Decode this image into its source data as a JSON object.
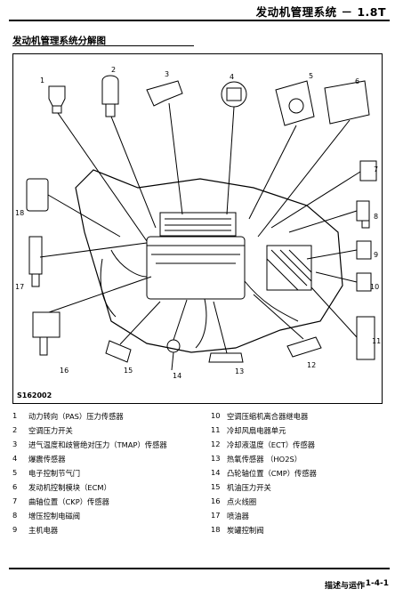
{
  "header": {
    "title": "发动机管理系统 － 1.8T"
  },
  "section": {
    "title": "发动机管理系统分解图"
  },
  "figure": {
    "code": "S162002",
    "callouts": [
      "1",
      "2",
      "3",
      "4",
      "5",
      "6",
      "7",
      "8",
      "9",
      "10",
      "11",
      "12",
      "13",
      "14",
      "15",
      "16",
      "17",
      "18"
    ]
  },
  "legend": {
    "left": [
      {
        "num": "1",
        "text": "动力转向（PAS）压力传感器"
      },
      {
        "num": "2",
        "text": "空调压力开关"
      },
      {
        "num": "3",
        "text": "进气温度和歧管绝对压力（TMAP）传感器"
      },
      {
        "num": "4",
        "text": "爆震传感器"
      },
      {
        "num": "5",
        "text": "电子控制节气门"
      },
      {
        "num": "6",
        "text": "发动机控制模块（ECM）"
      },
      {
        "num": "7",
        "text": "曲轴位置（CKP）传感器"
      },
      {
        "num": "8",
        "text": "增压控制电磁阀"
      },
      {
        "num": "9",
        "text": "主机电器"
      }
    ],
    "right": [
      {
        "num": "10",
        "text": "空调压缩机离合器继电器"
      },
      {
        "num": "11",
        "text": "冷却风扇电器单元"
      },
      {
        "num": "12",
        "text": "冷却液温度（ECT）传感器"
      },
      {
        "num": "13",
        "text": "热氧传感器  （HO2S）"
      },
      {
        "num": "14",
        "text": "凸轮轴位置（CMP）传感器"
      },
      {
        "num": "15",
        "text": "机油压力开关"
      },
      {
        "num": "16",
        "text": "点火线圈"
      },
      {
        "num": "17",
        "text": "喷油器"
      },
      {
        "num": "18",
        "text": "炭罐控制阀"
      }
    ]
  },
  "footer": {
    "section": "描述与运作",
    "page": "1-4-1"
  }
}
